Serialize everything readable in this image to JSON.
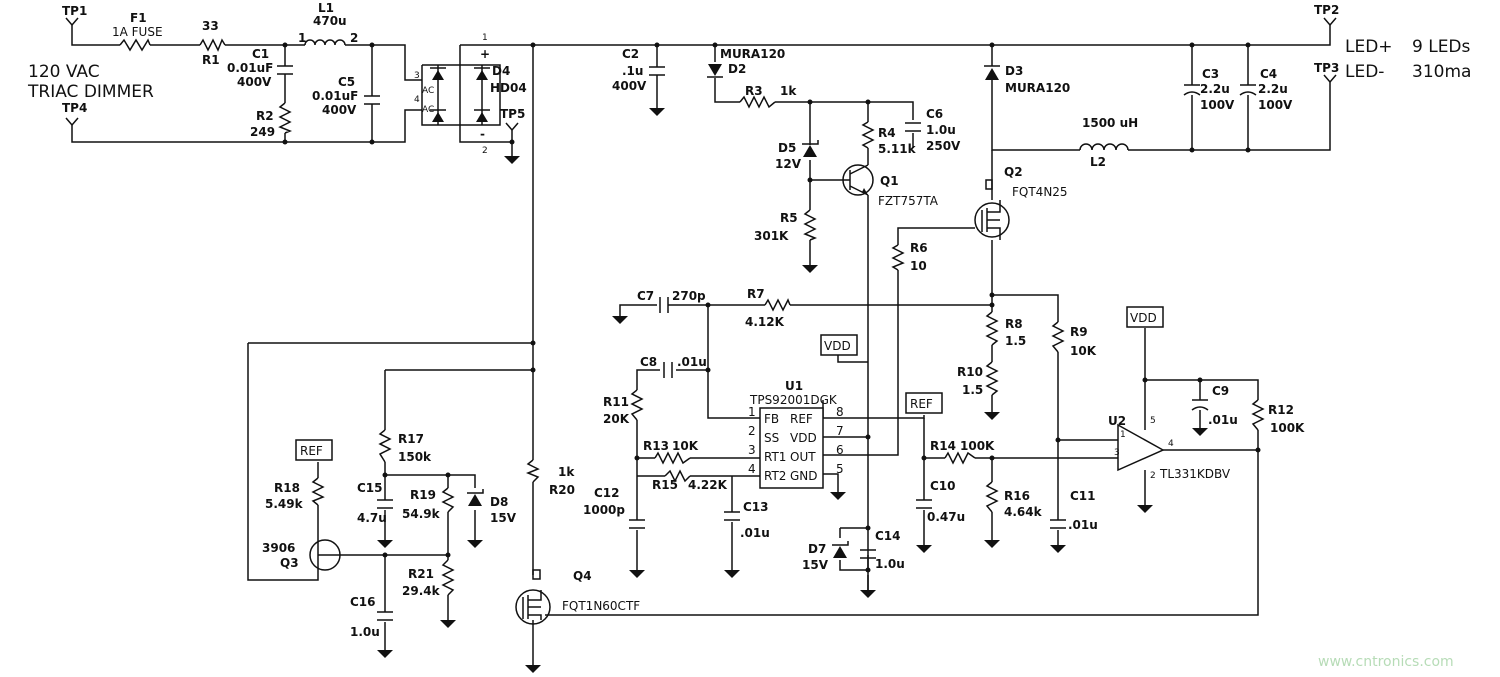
{
  "input": {
    "line1": "120 VAC",
    "line2": "TRIAC DIMMER"
  },
  "output": {
    "plus": "LED+",
    "minus": "LED-",
    "count": "9 LEDs",
    "current": "310ma"
  },
  "testpoints": [
    "TP1",
    "TP4",
    "TP5",
    "TP2",
    "TP3"
  ],
  "pins": {
    "l1_1": "1",
    "l1_2": "2",
    "d4_1": "1",
    "d4_2": "2",
    "d4_3": "3",
    "d4_4": "4",
    "d4_ac1": "AC",
    "d4_ac2": "AC",
    "d4_plus": "+",
    "d4_minus": "-",
    "u1": [
      "1",
      "2",
      "3",
      "4",
      "8",
      "7",
      "6",
      "5"
    ],
    "u2": [
      "1",
      "2",
      "3",
      "4",
      "5"
    ]
  },
  "parts": {
    "F1": [
      "F1",
      "1A FUSE"
    ],
    "R1": [
      "R1",
      "33"
    ],
    "L1": [
      "L1",
      "470u"
    ],
    "C1": [
      "C1",
      "0.01uF",
      "400V"
    ],
    "R2": [
      "R2",
      "249"
    ],
    "C5": [
      "C5",
      "0.01uF",
      "400V"
    ],
    "D4": [
      "D4",
      "HD04"
    ],
    "C2": [
      "C2",
      ".1u",
      "400V"
    ],
    "D2": [
      "MURA120",
      "D2"
    ],
    "R3": [
      "R3",
      "1k"
    ],
    "C6": [
      "C6",
      "1.0u",
      "250V"
    ],
    "R4": [
      "R4",
      "5.11k"
    ],
    "D5": [
      "D5",
      "12V"
    ],
    "Q1": [
      "Q1",
      "FZT757TA"
    ],
    "R5": [
      "R5",
      "301K"
    ],
    "D3": [
      "D3",
      "MURA120"
    ],
    "L2": [
      "1500 uH",
      "L2"
    ],
    "C3": [
      "C3",
      "2.2u",
      "100V"
    ],
    "C4": [
      "C4",
      "2.2u",
      "100V"
    ],
    "Q2": [
      "Q2",
      "FQT4N25"
    ],
    "R6": [
      "R6",
      "10"
    ],
    "C7": [
      "C7",
      "270p"
    ],
    "R7": [
      "R7",
      "4.12K"
    ],
    "R8": [
      "R8",
      "1.5"
    ],
    "R9": [
      "R9",
      "10K"
    ],
    "R10": [
      "R10",
      "1.5"
    ],
    "C8": [
      "C8",
      ".01u"
    ],
    "U1": [
      "U1",
      "TPS92001DGK"
    ],
    "R11": [
      "R11",
      "20K"
    ],
    "R13": [
      "R13",
      "10K"
    ],
    "R15": [
      "R15",
      "4.22K"
    ],
    "C12": [
      "C12",
      "1000p"
    ],
    "C13": [
      "C13",
      ".01u"
    ],
    "C10": [
      "C10",
      "0.47u"
    ],
    "R14": [
      "R14",
      "100K"
    ],
    "R16": [
      "R16",
      "4.64k"
    ],
    "C11": [
      "C11",
      ".01u"
    ],
    "U2": [
      "U2",
      "TL331KDBV"
    ],
    "C9": [
      "C9",
      ".01u"
    ],
    "R12": [
      "R12",
      "100K"
    ],
    "R17": [
      "R17",
      "150k"
    ],
    "R18": [
      "R18",
      "5.49k"
    ],
    "Q3": [
      "3906",
      "Q3"
    ],
    "C15": [
      "C15",
      "4.7u"
    ],
    "R19": [
      "R19",
      "54.9k"
    ],
    "D8": [
      "D8",
      "15V"
    ],
    "R21": [
      "R21",
      "29.4k"
    ],
    "C16": [
      "C16",
      "1.0u"
    ],
    "R20": [
      "1k",
      "R20"
    ],
    "Q4": [
      "Q4",
      "FQT1N60CTF"
    ],
    "D7": [
      "D7",
      "15V"
    ],
    "C14": [
      "C14",
      "1.0u"
    ]
  },
  "u1_pins": [
    "FB",
    "SS",
    "RT1",
    "RT2",
    "REF",
    "VDD",
    "OUT",
    "GND"
  ],
  "net_boxes": {
    "vdd": "VDD",
    "ref": "REF"
  },
  "watermark": "www.cntronics.com"
}
